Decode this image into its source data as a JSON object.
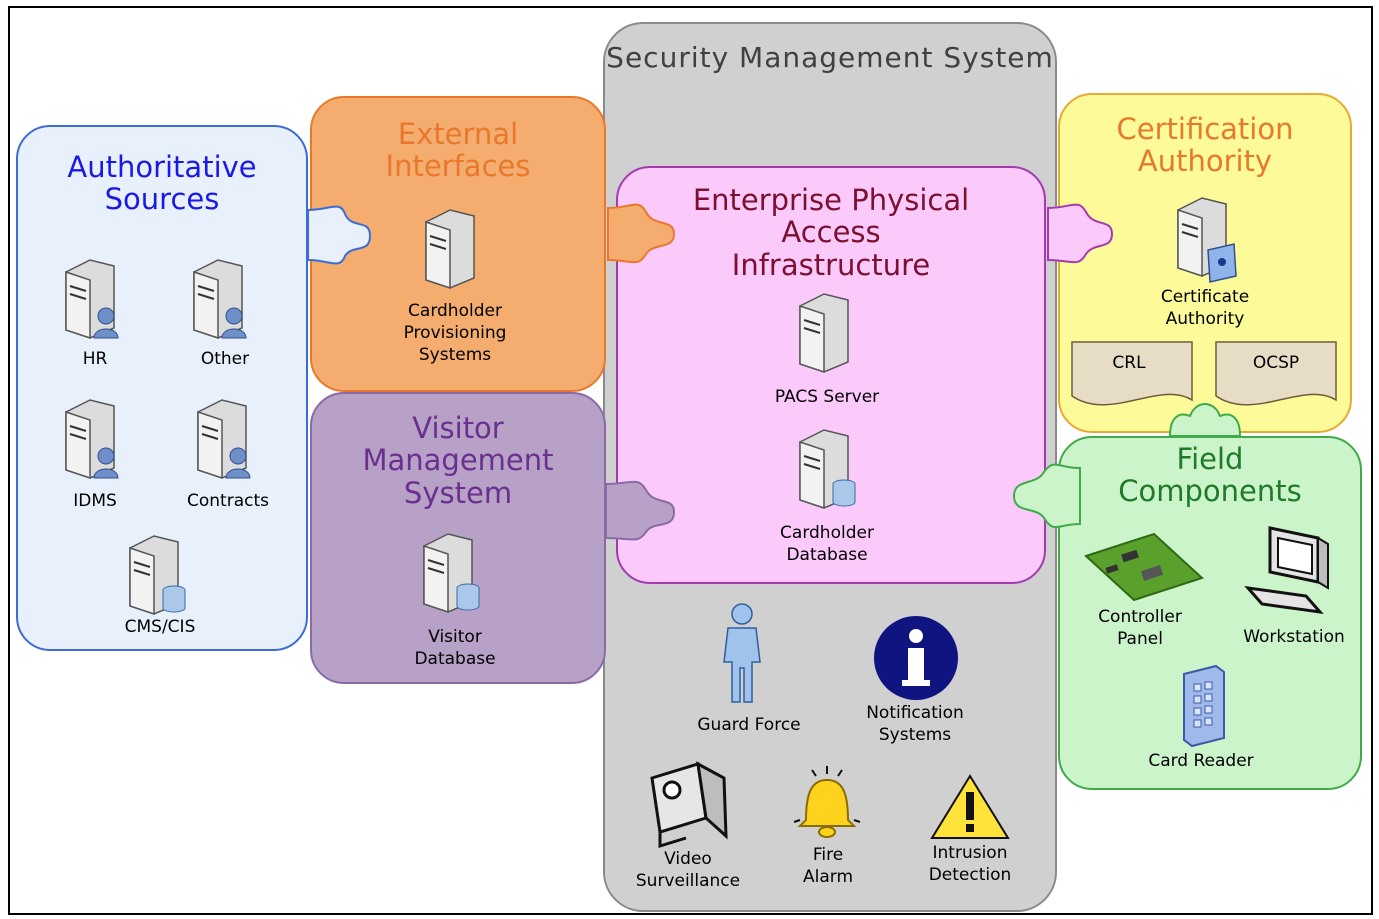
{
  "panels": {
    "authoritative_sources": {
      "title": "Authoritative Sources",
      "items": [
        "HR",
        "Other",
        "IDMS",
        "Contracts",
        "CMS/CIS"
      ]
    },
    "external_interfaces": {
      "title": "External Interfaces",
      "items": [
        "Cardholder Provisioning Systems"
      ]
    },
    "visitor_management": {
      "title": "Visitor Management System",
      "items": [
        "Visitor Database"
      ]
    },
    "security_management": {
      "title": "Security Management System",
      "items": [
        "Guard Force",
        "Notification Systems",
        "Video Surveillance",
        "Fire Alarm",
        "Intrusion Detection"
      ]
    },
    "enterprise_pai": {
      "title": "Enterprise Physical Access Infrastructure",
      "items": [
        "PACS Server",
        "Cardholder Database"
      ]
    },
    "certification_authority": {
      "title": "Certification Authority",
      "items": [
        "Certificate Authority",
        "CRL",
        "OCSP"
      ]
    },
    "field_components": {
      "title": "Field Components",
      "items": [
        "Controller Panel",
        "Workstation",
        "Card Reader"
      ]
    }
  },
  "colors": {
    "blue_title": "#1a1ae6",
    "orange_title": "#e8792c",
    "purple_title": "#6a2f8f",
    "gray_title": "#404040",
    "maroon_title": "#7b1030",
    "green_title": "#1f7a2a",
    "auth_fill": "#e8f0fb",
    "ext_fill": "#f4ac6f",
    "vis_fill": "#b7a1c7",
    "sms_fill": "#d0d0d0",
    "epa_fill": "#fcc9fb",
    "ca_fill": "#fdfa99",
    "fc_fill": "#ccf4ca"
  },
  "icons": [
    "server-user-icon",
    "server-db-icon",
    "server-icon",
    "certificate-server-icon",
    "document-icon",
    "circuit-board-icon",
    "computer-icon",
    "card-reader-icon",
    "guard-icon",
    "info-icon",
    "camera-icon",
    "bell-icon",
    "warning-icon"
  ]
}
